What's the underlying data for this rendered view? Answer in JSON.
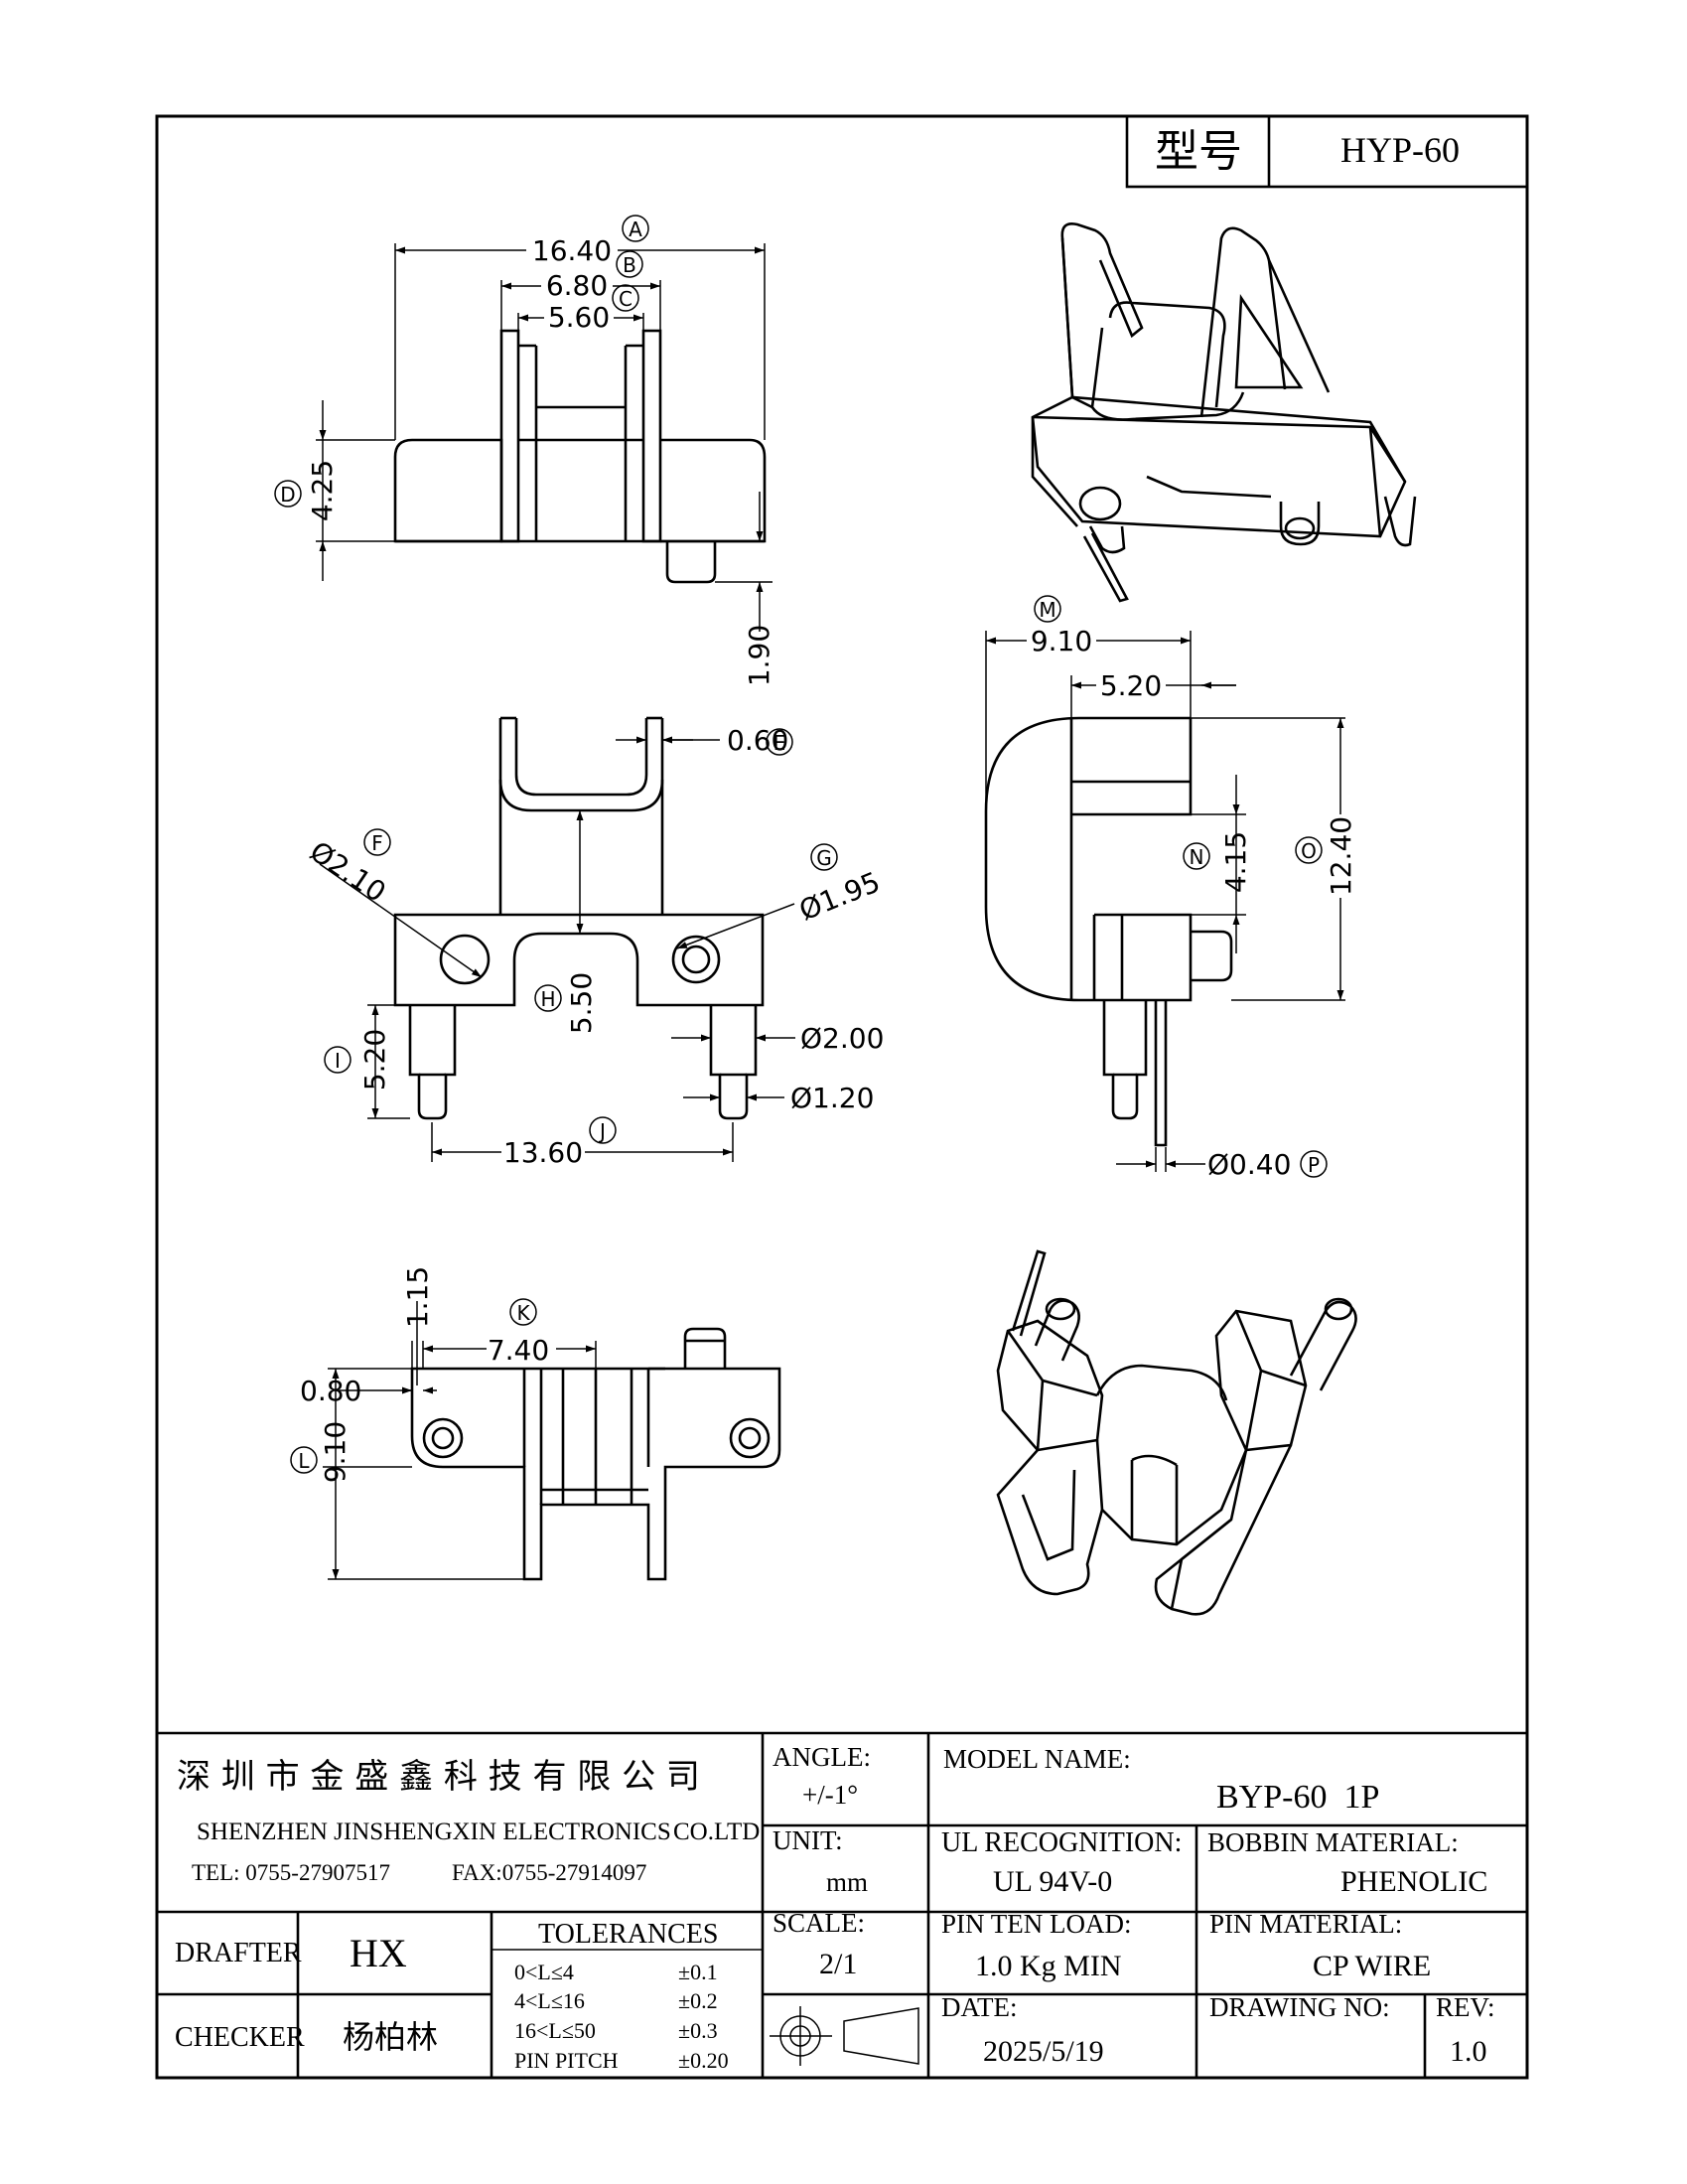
{
  "model_label": "型号",
  "model": "HYP-60",
  "dims": {
    "A": {
      "tag": "A",
      "value": "16.40"
    },
    "B": {
      "tag": "B",
      "value": "6.80"
    },
    "C": {
      "tag": "C",
      "value": "5.60"
    },
    "D": {
      "tag": "D",
      "value": "4.25"
    },
    "V": {
      "value": "1.90"
    },
    "E": {
      "tag": "E",
      "value": "0.60"
    },
    "F": {
      "tag": "F",
      "value": "Ø2.10"
    },
    "G": {
      "tag": "G",
      "value": "Ø1.95"
    },
    "H": {
      "tag": "H",
      "value": "5.50"
    },
    "I": {
      "tag": "I",
      "value": "5.20"
    },
    "J": {
      "tag": "J",
      "value": "13.60"
    },
    "PD1": {
      "value": "Ø2.00"
    },
    "PD2": {
      "value": "Ø1.20"
    },
    "M": {
      "tag": "M",
      "value": "9.10"
    },
    "S": {
      "value": "5.20"
    },
    "N": {
      "tag": "N",
      "value": "4.15"
    },
    "O": {
      "tag": "O",
      "value": "12.40"
    },
    "P": {
      "tag": "P",
      "value": "Ø0.40"
    },
    "K": {
      "tag": "K",
      "value": "7.40"
    },
    "T1": {
      "value": "1.15"
    },
    "T2": {
      "value": "0.80"
    },
    "L": {
      "tag": "L",
      "value": "9.10"
    }
  },
  "title_block": {
    "company_cn": "深 圳 市 金 盛 鑫 科 技 有 限 公 司",
    "company_en": "SHENZHEN JINSHENGXIN ELECTRONICS",
    "company_en_suffix": "CO.LTD",
    "tel": "TEL: 0755-27907517",
    "fax": "FAX:0755-27914097",
    "angle_label": "ANGLE:",
    "angle_value": "+/-1°",
    "model_name_label": "MODEL NAME:",
    "model_name_value": "BYP-60  1P",
    "unit_label": "UNIT:",
    "unit_value": "mm",
    "ul_label": "UL RECOGNITION:",
    "ul_value": "UL 94V-0",
    "bobbin_label": "BOBBIN MATERIAL:",
    "bobbin_value": "PHENOLIC",
    "drafter_label": "DRAFTER",
    "drafter_value": "HX",
    "checker_label": "CHECKER",
    "checker_value": "杨柏林",
    "tolerances_label": "TOLERANCES",
    "tolerances": [
      {
        "range": "0<L≤4",
        "tol": "±0.1"
      },
      {
        "range": "4<L≤16",
        "tol": "±0.2"
      },
      {
        "range": "16<L≤50",
        "tol": "±0.3"
      },
      {
        "range": "PIN PITCH",
        "tol": "±0.20"
      }
    ],
    "scale_label": "SCALE:",
    "scale_value": "2/1",
    "pin_load_label": "PIN TEN LOAD:",
    "pin_load_value": "1.0 Kg MIN",
    "pin_material_label": "PIN MATERIAL:",
    "pin_material_value": "CP WIRE",
    "date_label": "DATE:",
    "date_value": "2025/5/19",
    "drawing_no_label": "DRAWING NO:",
    "rev_label": "REV:",
    "rev_value": "1.0"
  }
}
